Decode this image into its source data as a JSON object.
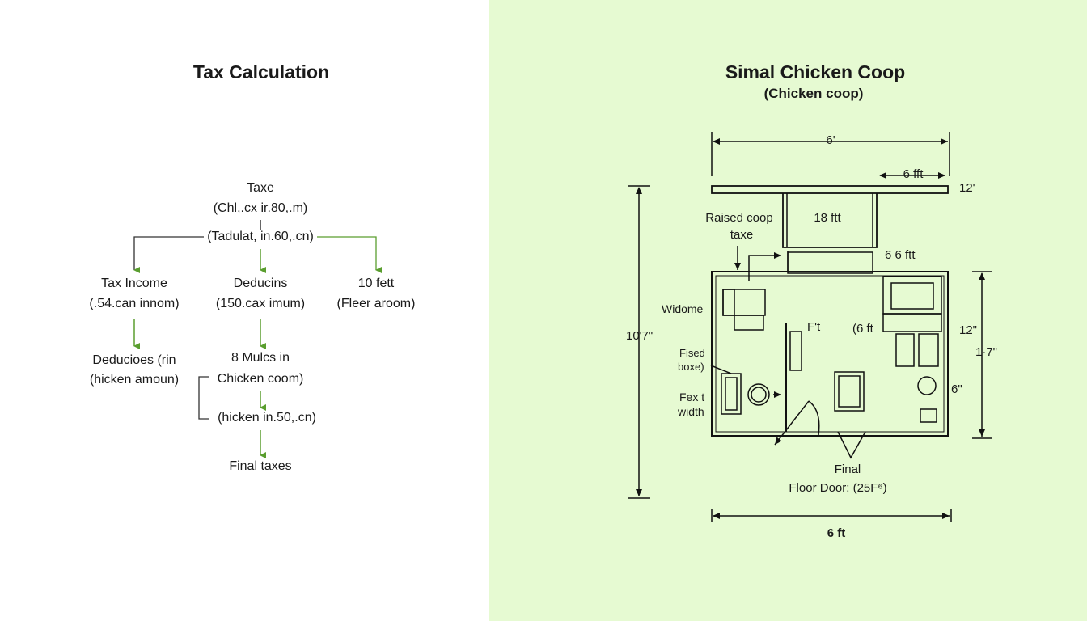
{
  "flowchart": {
    "title": "Tax Calculation",
    "root": [
      "Taxe",
      "(Chl,.cx ir.80,.m)",
      "(Tadulat, in.60,.cn)"
    ],
    "left_node": [
      "Tax Income",
      "(.54.can innom)"
    ],
    "mid_node": [
      "Deducins",
      "(150.cax imum)"
    ],
    "right_node": [
      "10 fett",
      "(Fleer aroom)"
    ],
    "left_result": [
      "Deducioes (rin",
      "(hicken amoun)"
    ],
    "mid_second": [
      "8 Mulcs in",
      "Chicken coom)"
    ],
    "mid_third": "(hicken in.50,.cn)",
    "final": "Final taxes",
    "arrow_color": "#5a9e2f"
  },
  "floorplan": {
    "title": "Simal Chicken Coop",
    "subtitle": "(Chicken coop)",
    "dims": {
      "top_width": "6'",
      "upper_right": "6 fft",
      "roof_edge": "12'",
      "left_height": "10'7\"",
      "right_height": "1·7\"",
      "right_upper": "12\"",
      "right_lower": "6\"",
      "bottom_width": "6 ft",
      "ramp_box": "18 ftt",
      "side_width": "6 6 ftt"
    },
    "labels": {
      "raised_coop": [
        "Raised coop",
        "taxe"
      ],
      "window": "Widome",
      "fixed_boxes": [
        "Fised",
        "boxe)"
      ],
      "fext_width": [
        "Fex t",
        "width"
      ],
      "inner_ft": "F't",
      "inner_six": "(6 ft",
      "final_door": [
        "Final",
        "Floor Door: (25F⁶)"
      ]
    }
  }
}
